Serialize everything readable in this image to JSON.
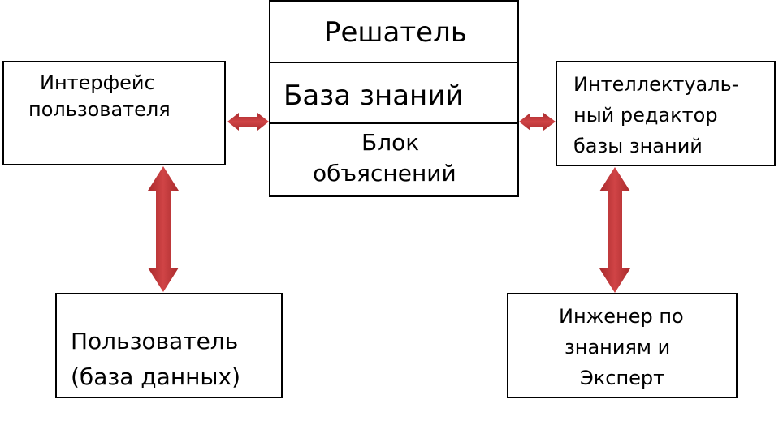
{
  "center_block": {
    "solver": "Решатель",
    "knowledge_base": "База знаний",
    "explanation_line1": "Блок",
    "explanation_line2": "объяснений"
  },
  "user_interface": {
    "line1": "Интерфейс",
    "line2": "пользователя"
  },
  "kb_editor": {
    "line1": "Интеллектуаль-",
    "line2": "ный редактор",
    "line3": "базы знаний"
  },
  "user_db": {
    "line1": "Пользователь",
    "line2": "(база данных)"
  },
  "engineer": {
    "line1": "Инженер по",
    "line2": "знаниям и",
    "line3": "Эксперт"
  },
  "colors": {
    "arrow_fill": "#c0393b",
    "border": "#000000"
  }
}
